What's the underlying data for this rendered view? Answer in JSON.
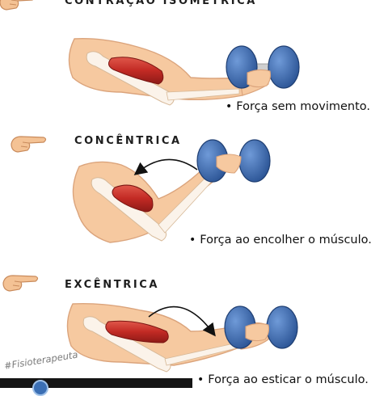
{
  "panels": [
    {
      "heading": "CONTRAÇÃO ISOMÉTRICA",
      "caption": "Força sem movimento.",
      "pointer_icon": "pointing-hand-icon"
    },
    {
      "heading": "CONCÊNTRICA",
      "caption": "Força ao encolher o músculo.",
      "pointer_icon": "pointing-hand-icon",
      "motion_icon": "curved-arrow-icon"
    },
    {
      "heading": "EXCÊNTRICA",
      "caption": "Força ao esticar o músculo.",
      "pointer_icon": "pointing-hand-icon",
      "motion_icon": "curved-arrow-icon"
    }
  ],
  "watermark": {
    "hashtag": "#Fisioterapeuta"
  },
  "colors": {
    "skin": "#f6c9a0",
    "skin_outline": "#dba47c",
    "bone": "#fbf3ea",
    "muscle": "#c8302a",
    "dumbbell": "#3d6db3",
    "handle": "#c9c9c9"
  }
}
